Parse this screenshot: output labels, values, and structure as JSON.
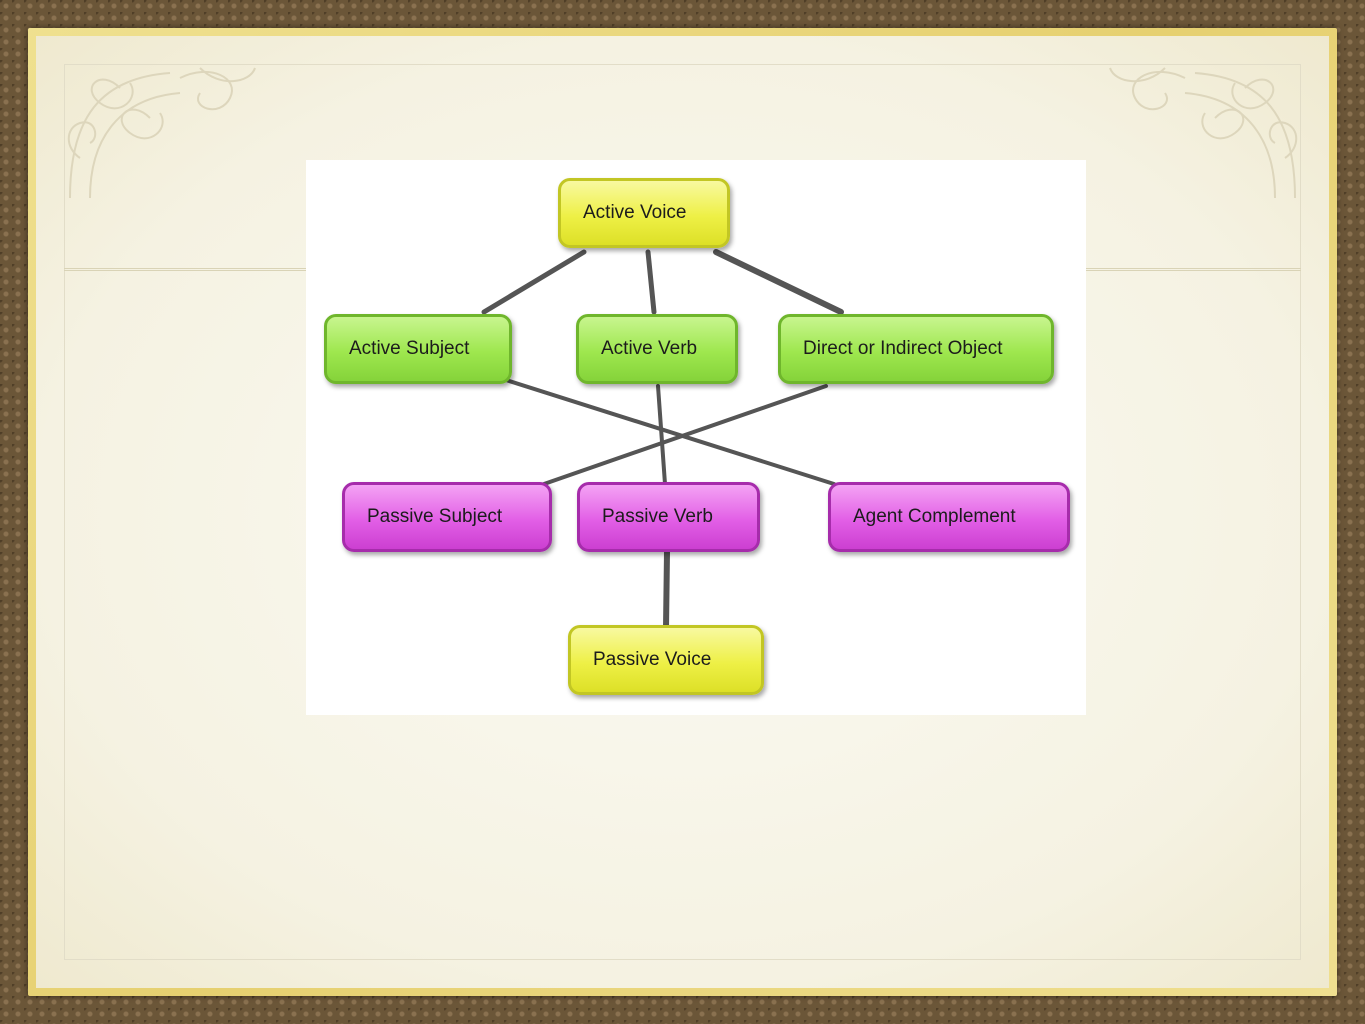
{
  "diagram": {
    "nodes": {
      "active_voice": "Active Voice",
      "active_subject": "Active Subject",
      "active_verb": "Active Verb",
      "direct_indirect_object": "Direct or Indirect Object",
      "passive_subject": "Passive Subject",
      "passive_verb": "Passive Verb",
      "agent_complement": "Agent Complement",
      "passive_voice": "Passive Voice"
    },
    "edges": [
      [
        "active_voice",
        "active_subject"
      ],
      [
        "active_voice",
        "active_verb"
      ],
      [
        "active_voice",
        "direct_indirect_object"
      ],
      [
        "active_subject",
        "agent_complement"
      ],
      [
        "active_verb",
        "passive_verb"
      ],
      [
        "direct_indirect_object",
        "passive_subject"
      ],
      [
        "passive_verb",
        "passive_voice"
      ]
    ],
    "colors": {
      "voice": "#eef046",
      "active_element": "#9ee74e",
      "passive_element": "#e25fe6",
      "connector": "#555555"
    }
  }
}
